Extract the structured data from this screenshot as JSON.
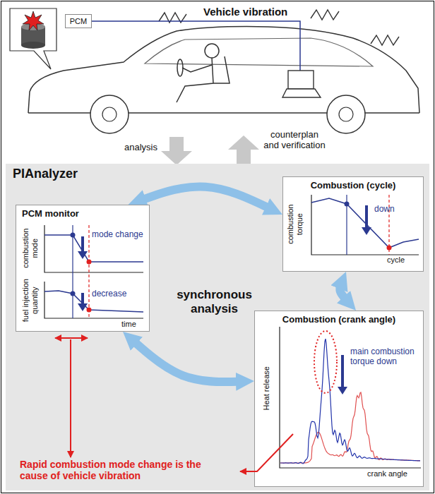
{
  "diagram": {
    "nodes": [
      {
        "text": [
          "PCM"
        ]
      },
      {
        "text": [
          "PIAnalyzer"
        ]
      },
      {
        "text": [
          "PCM monitor"
        ],
        "in": 1
      },
      {
        "text": [
          "Combustion (cycle)"
        ],
        "in": 1
      },
      {
        "text": [
          "Combustion (crank angle)"
        ],
        "in": 1
      }
    ],
    "edges": [
      {
        "from": 2,
        "to": 3,
        "arrow": "both"
      },
      {
        "from": 3,
        "to": 4,
        "arrow": "both"
      },
      {
        "from": 4,
        "to": 2,
        "arrow": "both"
      }
    ],
    "labels": [
      "Vehicle vibration",
      "analysis",
      "counterplan and verification",
      "synchronous analysis",
      "combustion mode",
      "mode change",
      "fuel injection quantity",
      "decrease",
      "time",
      "combustion torque",
      "down",
      "cycle",
      "Heat release",
      "main combustion torque down",
      "crank angle",
      "Rapid combustion mode change is the cause of vehicle vibration"
    ]
  }
}
